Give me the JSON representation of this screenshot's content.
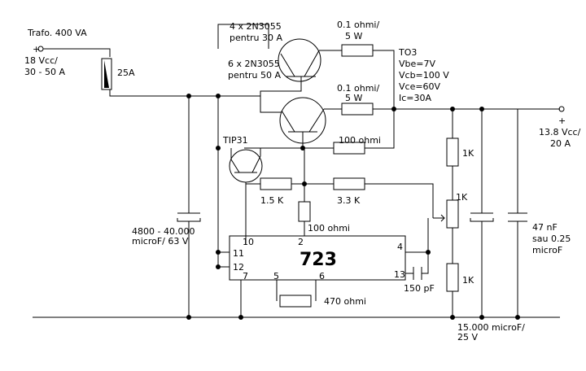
{
  "labels": {
    "trafo": "Trafo. 400 VA",
    "in_plus": "+",
    "in_volt": "18 Vcc/",
    "in_amp": "30 - 50 A",
    "fuse": "25A",
    "pt30_a": "4 x 2N3055",
    "pt30_b": "pentru 30 A",
    "pt50_a": "6 x 2N3055",
    "pt50_b": "pentru 50 A",
    "r1_a": "0.1 ohmi/",
    "r1_b": "5 W",
    "r2_a": "0.1 ohmi/",
    "r2_b": "5 W",
    "spec_t": "TO3",
    "spec_vbe": "Vbe=7V",
    "spec_vcb": "Vcb=100 V",
    "spec_vce": "Vce=60V",
    "spec_ic": "Ic=30A",
    "out_plus": "+",
    "out_volt": "13.8 Vcc/",
    "out_amp": "20 A",
    "tip31": "TIP31",
    "r100": "100 ohmi",
    "r15k": "1.5 K",
    "r33k": "3.3 K",
    "r1k_top": "1K",
    "r1k_pot": "1K",
    "r1k_bot": "1K",
    "cin_a": "4800 - 40.000",
    "cin_b": "microF/ 63 V",
    "r100b": "100 ohmi",
    "ic_name": "723",
    "pin10": "10",
    "pin2": "2",
    "pin11": "11",
    "pin12": "12",
    "pin4": "4",
    "pin13": "13",
    "pin7": "7",
    "pin5": "5",
    "pin6": "6",
    "c150": "150 pF",
    "r470": "470 ohmi",
    "cout_a": "15.000 microF/",
    "cout_b": "25 V",
    "c47_a": "47 nF",
    "c47_b": "sau 0.25",
    "c47_c": "microF"
  }
}
